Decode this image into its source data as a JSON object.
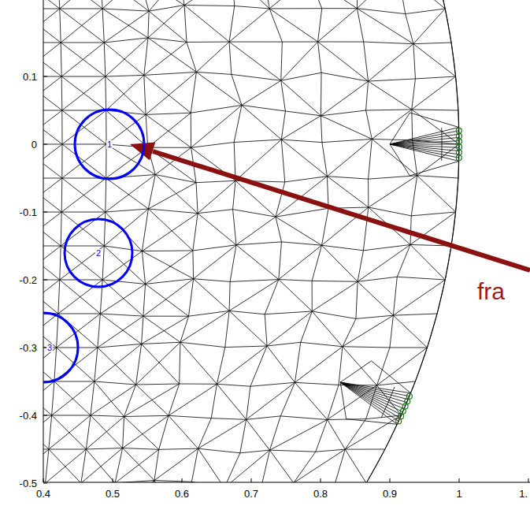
{
  "diagram": {
    "nodes": [
      {
        "text": [
          "1"
        ]
      },
      {
        "text": [
          "2"
        ]
      },
      {
        "text": [
          "3"
        ]
      }
    ],
    "labels": [
      "0.1",
      "0",
      "-0.1",
      "-0.2",
      "-0.3",
      "-0.4",
      "-0.5",
      "0.4",
      "0.5",
      "0.6",
      "0.7",
      "0.8",
      "0.9",
      "1",
      "1.",
      "fra"
    ]
  }
}
